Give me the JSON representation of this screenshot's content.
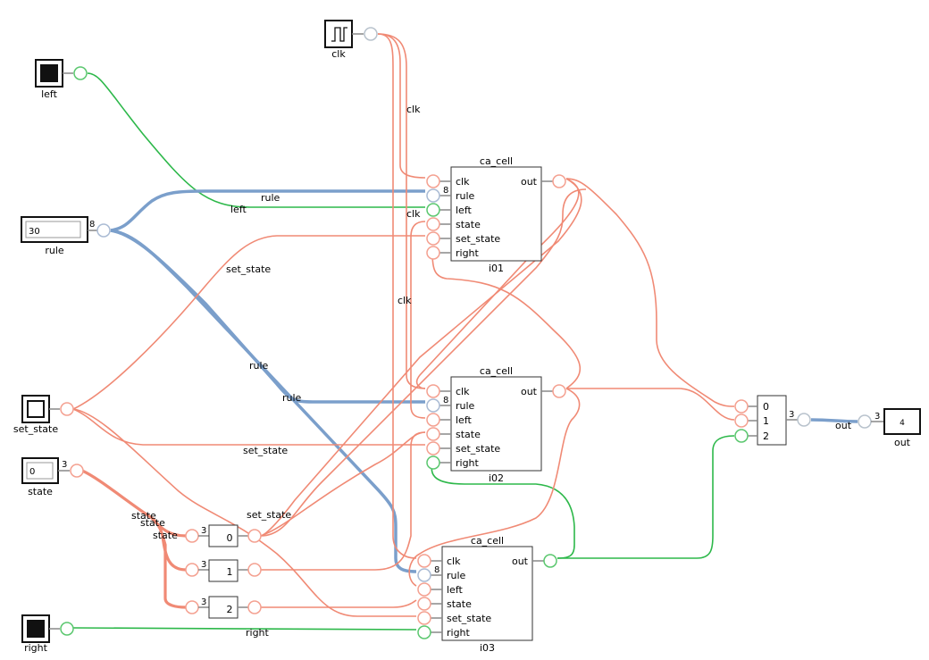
{
  "colors": {
    "wire_red": "#f08a75",
    "wire_green": "#2db84a",
    "wire_blue": "#7b9fcb",
    "pin_red": "#f4a090",
    "pin_green": "#5ac76e",
    "pin_blue": "#aabbd4",
    "pin_gray": "#b8c2cc"
  },
  "inputs": {
    "left": {
      "label": "left"
    },
    "clk": {
      "label": "clk"
    },
    "rule": {
      "label": "rule",
      "value": "30",
      "width": "8"
    },
    "set_state": {
      "label": "set_state"
    },
    "state": {
      "label": "state",
      "value": "0",
      "width": "3"
    },
    "right": {
      "label": "right"
    }
  },
  "output": {
    "label": "out",
    "value": "4",
    "width": "3"
  },
  "cells": [
    {
      "id": "i01",
      "name": "i01",
      "title": "ca_cell",
      "ports_in": [
        "clk",
        "rule",
        "left",
        "state",
        "set_state",
        "right"
      ],
      "port_out": "out",
      "rule_width": "8"
    },
    {
      "id": "i02",
      "name": "i02",
      "title": "ca_cell",
      "ports_in": [
        "clk",
        "rule",
        "left",
        "state",
        "set_state",
        "right"
      ],
      "port_out": "out",
      "rule_width": "8"
    },
    {
      "id": "i03",
      "name": "i03",
      "title": "ca_cell",
      "ports_in": [
        "clk",
        "rule",
        "left",
        "state",
        "set_state",
        "right"
      ],
      "port_out": "out",
      "rule_width": "8"
    }
  ],
  "splitters": [
    {
      "label": "0",
      "width": "3"
    },
    {
      "label": "1",
      "width": "3"
    },
    {
      "label": "2",
      "width": "3"
    }
  ],
  "combiner": {
    "inputs": [
      "0",
      "1",
      "2"
    ],
    "width": "3"
  },
  "wire_labels": {
    "clk_1": "clk",
    "clk_2": "clk",
    "clk_3": "clk",
    "rule_1": "rule",
    "rule_2": "rule",
    "rule_3": "rule",
    "left": "left",
    "right": "right",
    "set_state_1": "set_state",
    "set_state_2": "set_state",
    "set_state_3": "set_state",
    "state_1": "state",
    "state_2": "state",
    "state_3": "state",
    "out": "out"
  }
}
